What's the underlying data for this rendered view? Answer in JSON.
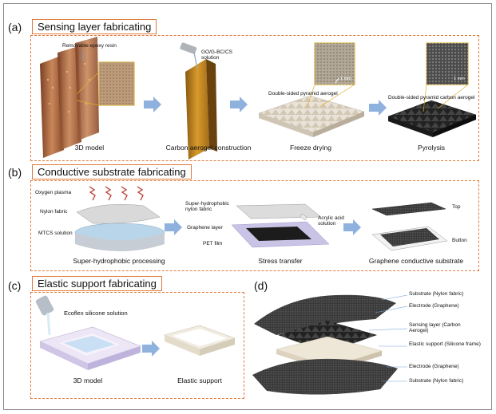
{
  "panel_a": {
    "label": "(a)",
    "title": "Sensing layer fabricating",
    "captions": [
      "3D model",
      "Carbon aerogel construction",
      "Freeze drying",
      "Pyrolysis"
    ],
    "annotations": {
      "resin": "Removable epoxy resin",
      "solution": "GO/G-BC/CS solution",
      "aerogel": "Double-sided pyramid aerogel",
      "carbon": "Double-sided pyramid carbon aerogel",
      "scale1": "1 mm",
      "scale2": "1 mm"
    }
  },
  "panel_b": {
    "label": "(b)",
    "title": "Conductive substrate fabricating",
    "captions": [
      "Super-hydrophobic processing",
      "Stress transfer",
      "Graphene conductive substrate"
    ],
    "annotations": {
      "plasma": "Oxygen plasma",
      "nylon": "Nylon fabric",
      "mtcs": "MTCS solution",
      "superhydro": "Super-hydrophobic nylon fabric",
      "graphene": "Graphene layer",
      "pet": "PET film",
      "acrylic": "Acrylic acid solution",
      "top": "Top",
      "button": "Button"
    }
  },
  "panel_c": {
    "label": "(c)",
    "title": "Elastic support fabricating",
    "captions": [
      "3D model",
      "Elastic support"
    ],
    "annotations": {
      "ecoflex": "Ecoflex silicone solution"
    }
  },
  "panel_d": {
    "label": "(d)",
    "layers": [
      "Substrate (Nylon fabric)",
      "Electrode (Graphene)",
      "Sensing layer (Carbon Aerogel)",
      "Elastic support (Silicone frame)",
      "Electrode (Graphene)",
      "Substrate (Nylon fabric)"
    ]
  },
  "colors": {
    "panel_border": "#e07a3a",
    "arrow": "#8fb1dd"
  }
}
